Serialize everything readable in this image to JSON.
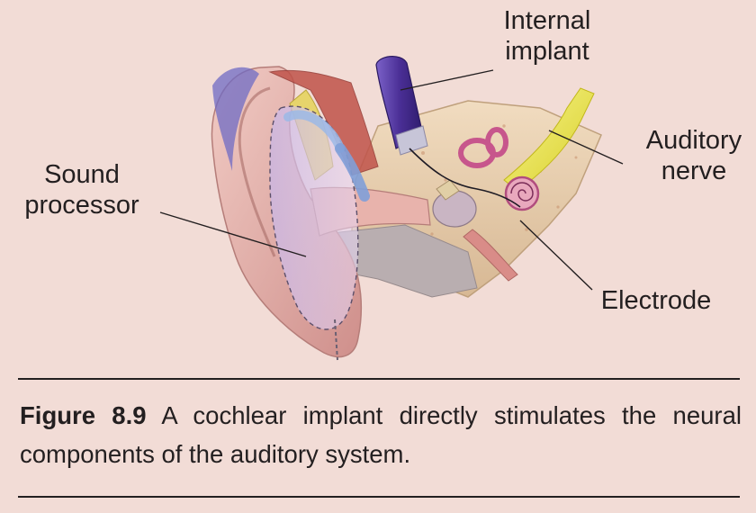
{
  "labels": {
    "internal_implant": "Internal\nimplant",
    "auditory_nerve": "Auditory\nnerve",
    "sound_processor": "Sound\nprocessor",
    "electrode": "Electrode"
  },
  "caption": {
    "figure_label": "Figure 8.9",
    "text": "A cochlear implant directly stimulates the neural components of the auditory system."
  },
  "colors": {
    "background": "#f2dcd6",
    "implant": "#5a3fa6",
    "nerve": "#e8e43a",
    "ear_skin": "#e6b3ae",
    "bone": "#e9cfae",
    "cochlea": "#c7568c"
  }
}
